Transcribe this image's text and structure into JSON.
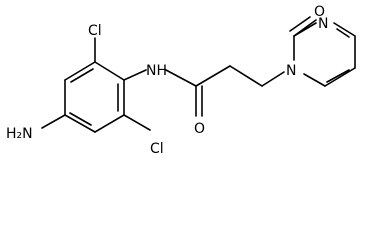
{
  "molecule": {
    "atoms": {
      "chlorine_top": "Cl",
      "chlorine_bottom": "Cl",
      "amide_nh": "NH",
      "amino": "H₂N",
      "amide_oxygen": "O",
      "pyrimidinone_oxygen": "O",
      "ring_nitrogen_upper": "N",
      "ring_nitrogen_lower": "N"
    }
  }
}
